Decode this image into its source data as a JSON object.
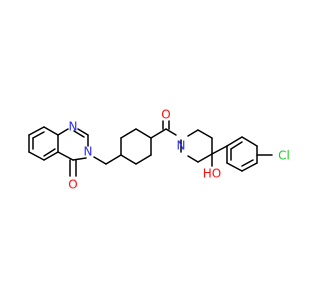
{
  "molecule": {
    "atoms": {
      "n1": "N",
      "n3": "N",
      "o_carbonyl_quinazolinone": "O",
      "o_carbonyl_amide": "O",
      "n_piperidine": "N",
      "oh": "HO",
      "cl": "Cl"
    },
    "colors": {
      "bond": "#000000",
      "nitrogen": "#2a2af5",
      "oxygen": "#ff0d0d",
      "chlorine": "#1fcf1f"
    }
  }
}
